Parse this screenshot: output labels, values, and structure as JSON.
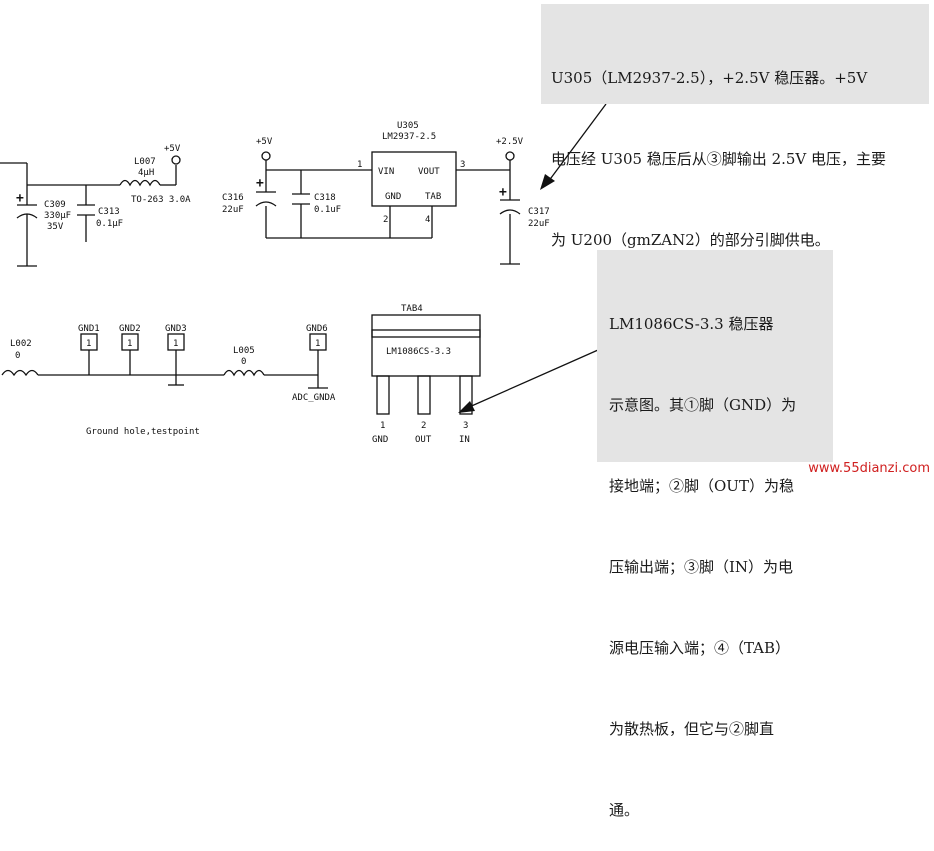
{
  "callouts": {
    "top": [
      "U305（LM2937-2.5），+2.5V 稳压器。+5V",
      "电压经 U305 稳压后从③脚输出 2.5V 电压，主要",
      "为 U200（gmZAN2）的部分引脚供电。"
    ],
    "right": [
      "LM1086CS-3.3 稳压器",
      "示意图。其①脚（GND）为",
      "接地端；②脚（OUT）为稳",
      "压输出端；③脚（IN）为电",
      "源电压输入端；④（TAB）",
      "为散热板，但它与②脚直",
      "通。"
    ]
  },
  "left_circuit": {
    "c309": {
      "ref": "C309",
      "value": "330μF",
      "voltage": "35V"
    },
    "c313": {
      "ref": "C313",
      "value": "0.1μF"
    },
    "l007": {
      "ref": "L007",
      "value": "4μH",
      "package": "TO-263 3.0A"
    },
    "supply": "+5V"
  },
  "u305": {
    "ref": "U305",
    "part": "LM2937-2.5",
    "pins": {
      "vin": "VIN",
      "vout": "VOUT",
      "gnd": "GND",
      "tab": "TAB"
    },
    "pin_numbers": {
      "p1": "1",
      "p2": "2",
      "p3": "3",
      "p4": "4"
    },
    "in_supply": "+5V",
    "out_supply": "+2.5V",
    "c316": {
      "ref": "C316",
      "value": "22uF"
    },
    "c318": {
      "ref": "C318",
      "value": "0.1uF"
    },
    "c317": {
      "ref": "C317",
      "value": "22uF"
    }
  },
  "ground_section": {
    "l002": {
      "ref": "L002",
      "value": "0"
    },
    "l005": {
      "ref": "L005",
      "value": "0"
    },
    "testpoints": [
      "GND1",
      "GND2",
      "GND3",
      "GND6"
    ],
    "pad_number": "1",
    "net_label": "ADC_GNDA",
    "caption": "Ground hole,testpoint"
  },
  "lm1086": {
    "tab_label": "TAB4",
    "part": "LM1086CS-3.3",
    "pin_numbers": [
      "1",
      "2",
      "3"
    ],
    "pin_names": [
      "GND",
      "OUT",
      "IN"
    ]
  },
  "watermark": "www.55dianzi.com"
}
